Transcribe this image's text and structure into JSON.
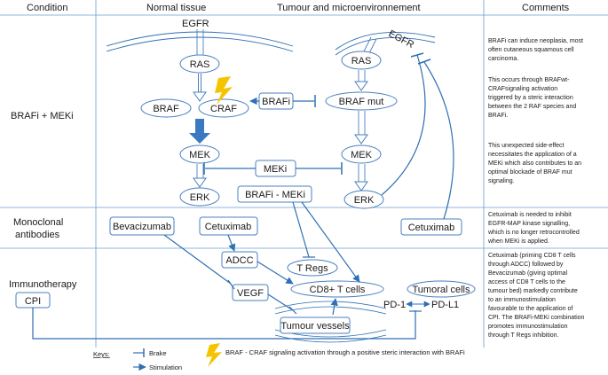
{
  "headers": {
    "condition": "Condition",
    "normal": "Normal tissue",
    "tumour": "Tumour and microenvironnement",
    "comments": "Comments"
  },
  "rows": {
    "brafi_meki": "BRAFi + MEKi",
    "mab_line1": "Monoclonal",
    "mab_line2": "antibodies",
    "immuno": "Immunotherapy",
    "cpi": "CPI"
  },
  "nodes": {
    "egfr_normal": "EGFR",
    "ras_normal": "RAS",
    "braf_normal": "BRAF",
    "craf_normal": "CRAF",
    "mek_normal": "MEK",
    "erk_normal": "ERK",
    "brafi": "BRAFi",
    "meki": "MEKi",
    "brafi_meki_box": "BRAFi - MEKi",
    "egfr_tumour": "EGFR",
    "ras_tumour": "RAS",
    "braf_mut": "BRAF mut",
    "mek_tumour": "MEK",
    "erk_tumour": "ERK",
    "bevacizumab": "Bevacizumab",
    "cetuximab_left": "Cetuximab",
    "cetuximab_right": "Cetuximab",
    "adcc": "ADCC",
    "vegf": "VEGF",
    "tregs": "T Regs",
    "cd8": "CD8+ T cells",
    "tumoral_cells": "Tumoral cells",
    "pd1": "PD-1",
    "pdl1": "PD-L1",
    "tumour_vessels": "Tumour vessels"
  },
  "comments": {
    "c1": [
      "BRAFi can induce neoplasia, most",
      "often cutaneous squamous cell",
      "carcinoma."
    ],
    "c2": [
      "This occurs through BRAFwt-",
      "CRAFsignaling activation",
      "triggered by a steric interaction",
      "between the 2 RAF species and",
      "BRAFi."
    ],
    "c3": [
      "This unexpected side-effect",
      "necessitates the application of a",
      "MEKi which also contributes to an",
      "optimal blockade of BRAF mut",
      "signaling."
    ],
    "c4": [
      "Cetuximab is needed to inhibit",
      "EGFR-MAP kinase signalling,",
      "which is no longer retrocontrolled",
      "when MEKi is applied."
    ],
    "c5": [
      "Cetuximab (priming CD8 T cells",
      "through ADCC) followed by",
      "Bevacizumab (giving optimal",
      "access of CD8 T cells to the",
      "tumour bed) markedly contribute",
      "to an immunostimulation",
      "favourable to the application of",
      "CPI. The BRAFi-MEKi combination",
      "promotes immunostimulation",
      "through T Regs inhibition."
    ]
  },
  "keys": {
    "title": "Keys:",
    "brake": "Brake",
    "stimulation": "Stimulation",
    "lightning": "BRAF - CRAF signaling activation through a positive steric interaction with BRAFi"
  },
  "colors": {
    "line": "#2f6fb3",
    "node_border": "#4a7fbf",
    "grid": "#6a9bd1",
    "text": "#1a1a1a",
    "lightning": "#f5c400"
  }
}
